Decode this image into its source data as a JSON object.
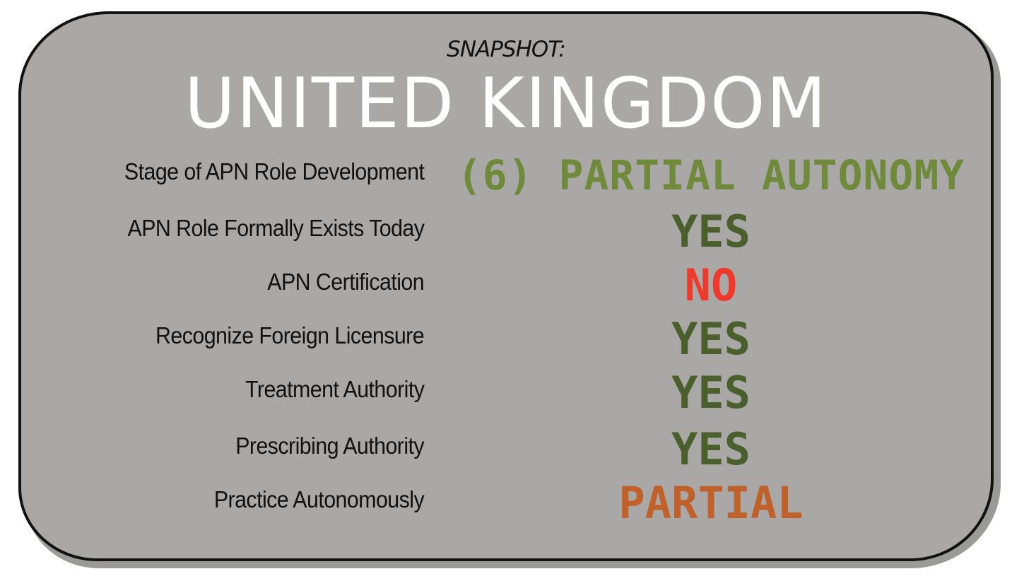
{
  "subtitle": "SNAPSHOT:",
  "title": "UNITED KINGDOM",
  "colors": {
    "stage_value": "#6e8a3a",
    "yes": "#4a5f2c",
    "no": "#ee3a2c",
    "partial": "#c0602a",
    "background": "#a9a8a6",
    "title": "#ffffff"
  },
  "rows": [
    {
      "label": "Stage of APN Role Development",
      "value": "(6) PARTIAL AUTONOMY",
      "status": "stage"
    },
    {
      "label": "APN Role Formally Exists Today",
      "value": "YES",
      "status": "yes"
    },
    {
      "label": "APN Certification",
      "value": "NO",
      "status": "no"
    },
    {
      "label": "Recognize Foreign Licensure",
      "value": "YES",
      "status": "yes"
    },
    {
      "label": "Treatment Authority",
      "value": "YES",
      "status": "yes"
    },
    {
      "label": "Prescribing Authority",
      "value": "YES",
      "status": "yes"
    },
    {
      "label": "Practice Autonomously",
      "value": "PARTIAL",
      "status": "partial"
    }
  ]
}
